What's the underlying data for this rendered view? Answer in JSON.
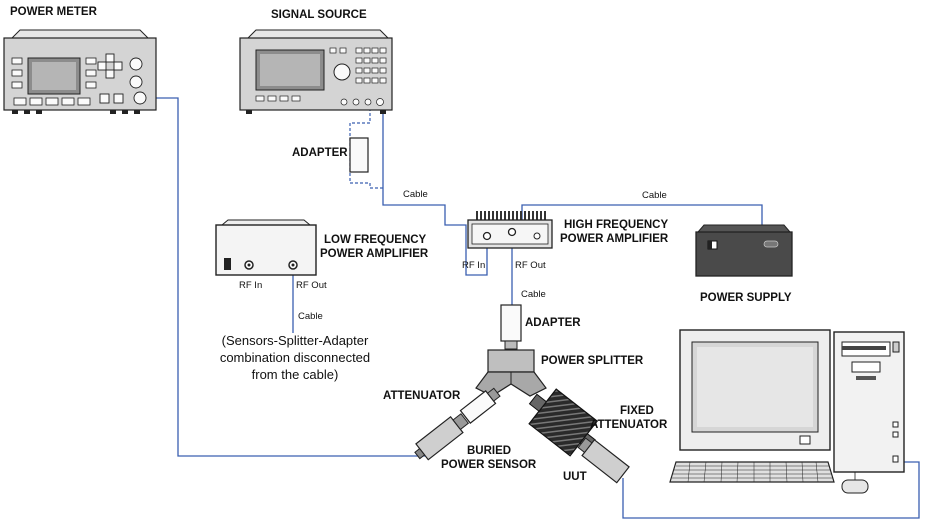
{
  "instruments": {
    "power_meter": "POWER METER",
    "signal_source": "SIGNAL SOURCE",
    "low_freq_amp_line1": "LOW FREQUENCY",
    "low_freq_amp_line2": "POWER AMPLIFIER",
    "high_freq_amp_line1": "HIGH FREQUENCY",
    "high_freq_amp_line2": "POWER AMPLIFIER",
    "power_supply": "POWER SUPPLY"
  },
  "components": {
    "adapter_top": "ADAPTER",
    "adapter_mid": "ADAPTER",
    "power_splitter": "POWER SPLITTER",
    "attenuator": "ATTENUATOR",
    "fixed_attenuator_line1": "FIXED",
    "fixed_attenuator_line2": "ATTENUATOR",
    "buried_sensor_line1": "BURIED",
    "buried_sensor_line2": "POWER SENSOR",
    "uut": "UUT"
  },
  "ports": {
    "lf_rf_in": "RF In",
    "lf_rf_out": "RF Out",
    "hf_rf_in": "RF In",
    "hf_rf_out": "RF Out"
  },
  "cables": {
    "cable_source": "Cable",
    "cable_supply": "Cable",
    "cable_lf": "Cable",
    "cable_hf": "Cable"
  },
  "note": {
    "line1": "(Sensors-Splitter-Adapter",
    "line2": "combination disconnected",
    "line3": "from the cable)"
  },
  "colors": {
    "cable": "#3a5fb0",
    "instrument_face": "#d9d9d9",
    "instrument_dark": "#444444"
  }
}
